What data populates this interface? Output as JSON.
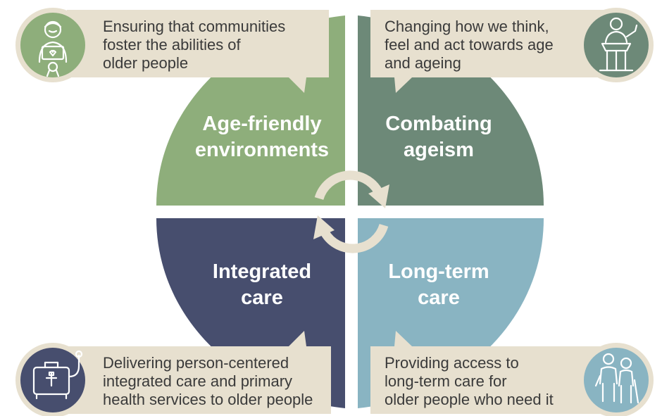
{
  "colors": {
    "age_friendly": "#8eae7b",
    "combating_ageism": "#6d8978",
    "integrated_care": "#474e6e",
    "long_term_care": "#89b4c2",
    "callout_bg": "#e7e0cf",
    "cycle_arrows": "#e7e0cf",
    "description_text": "#3a3a3a"
  },
  "quadrants": [
    {
      "id": "age-friendly-environments",
      "lines": [
        "Age-friendly",
        "environments"
      ],
      "color": "#8eae7b",
      "icon": "elderly-woman-medal-icon"
    },
    {
      "id": "combating-ageism",
      "lines": [
        "Combating",
        "ageism"
      ],
      "color": "#6d8978",
      "icon": "speaker-at-podium-icon"
    },
    {
      "id": "integrated-care",
      "lines": [
        "Integrated",
        "care"
      ],
      "color": "#474e6e",
      "icon": "medical-kit-stethoscope-icon"
    },
    {
      "id": "long-term-care",
      "lines": [
        "Long-term",
        "care"
      ],
      "color": "#89b4c2",
      "icon": "elderly-couple-icon"
    }
  ],
  "descriptions": [
    {
      "lines": [
        "Ensuring that communities",
        "foster the abilities of",
        "older people"
      ]
    },
    {
      "lines": [
        "Changing how we think,",
        "feel and act towards age",
        "and ageing"
      ]
    },
    {
      "lines": [
        "Delivering person-centered",
        "integrated care and primary",
        "health services to older people"
      ]
    },
    {
      "lines": [
        "Providing access to",
        "long-term care for",
        "older people who need it"
      ]
    }
  ],
  "center_graphic": "clockwise-cycle-arrows-icon"
}
